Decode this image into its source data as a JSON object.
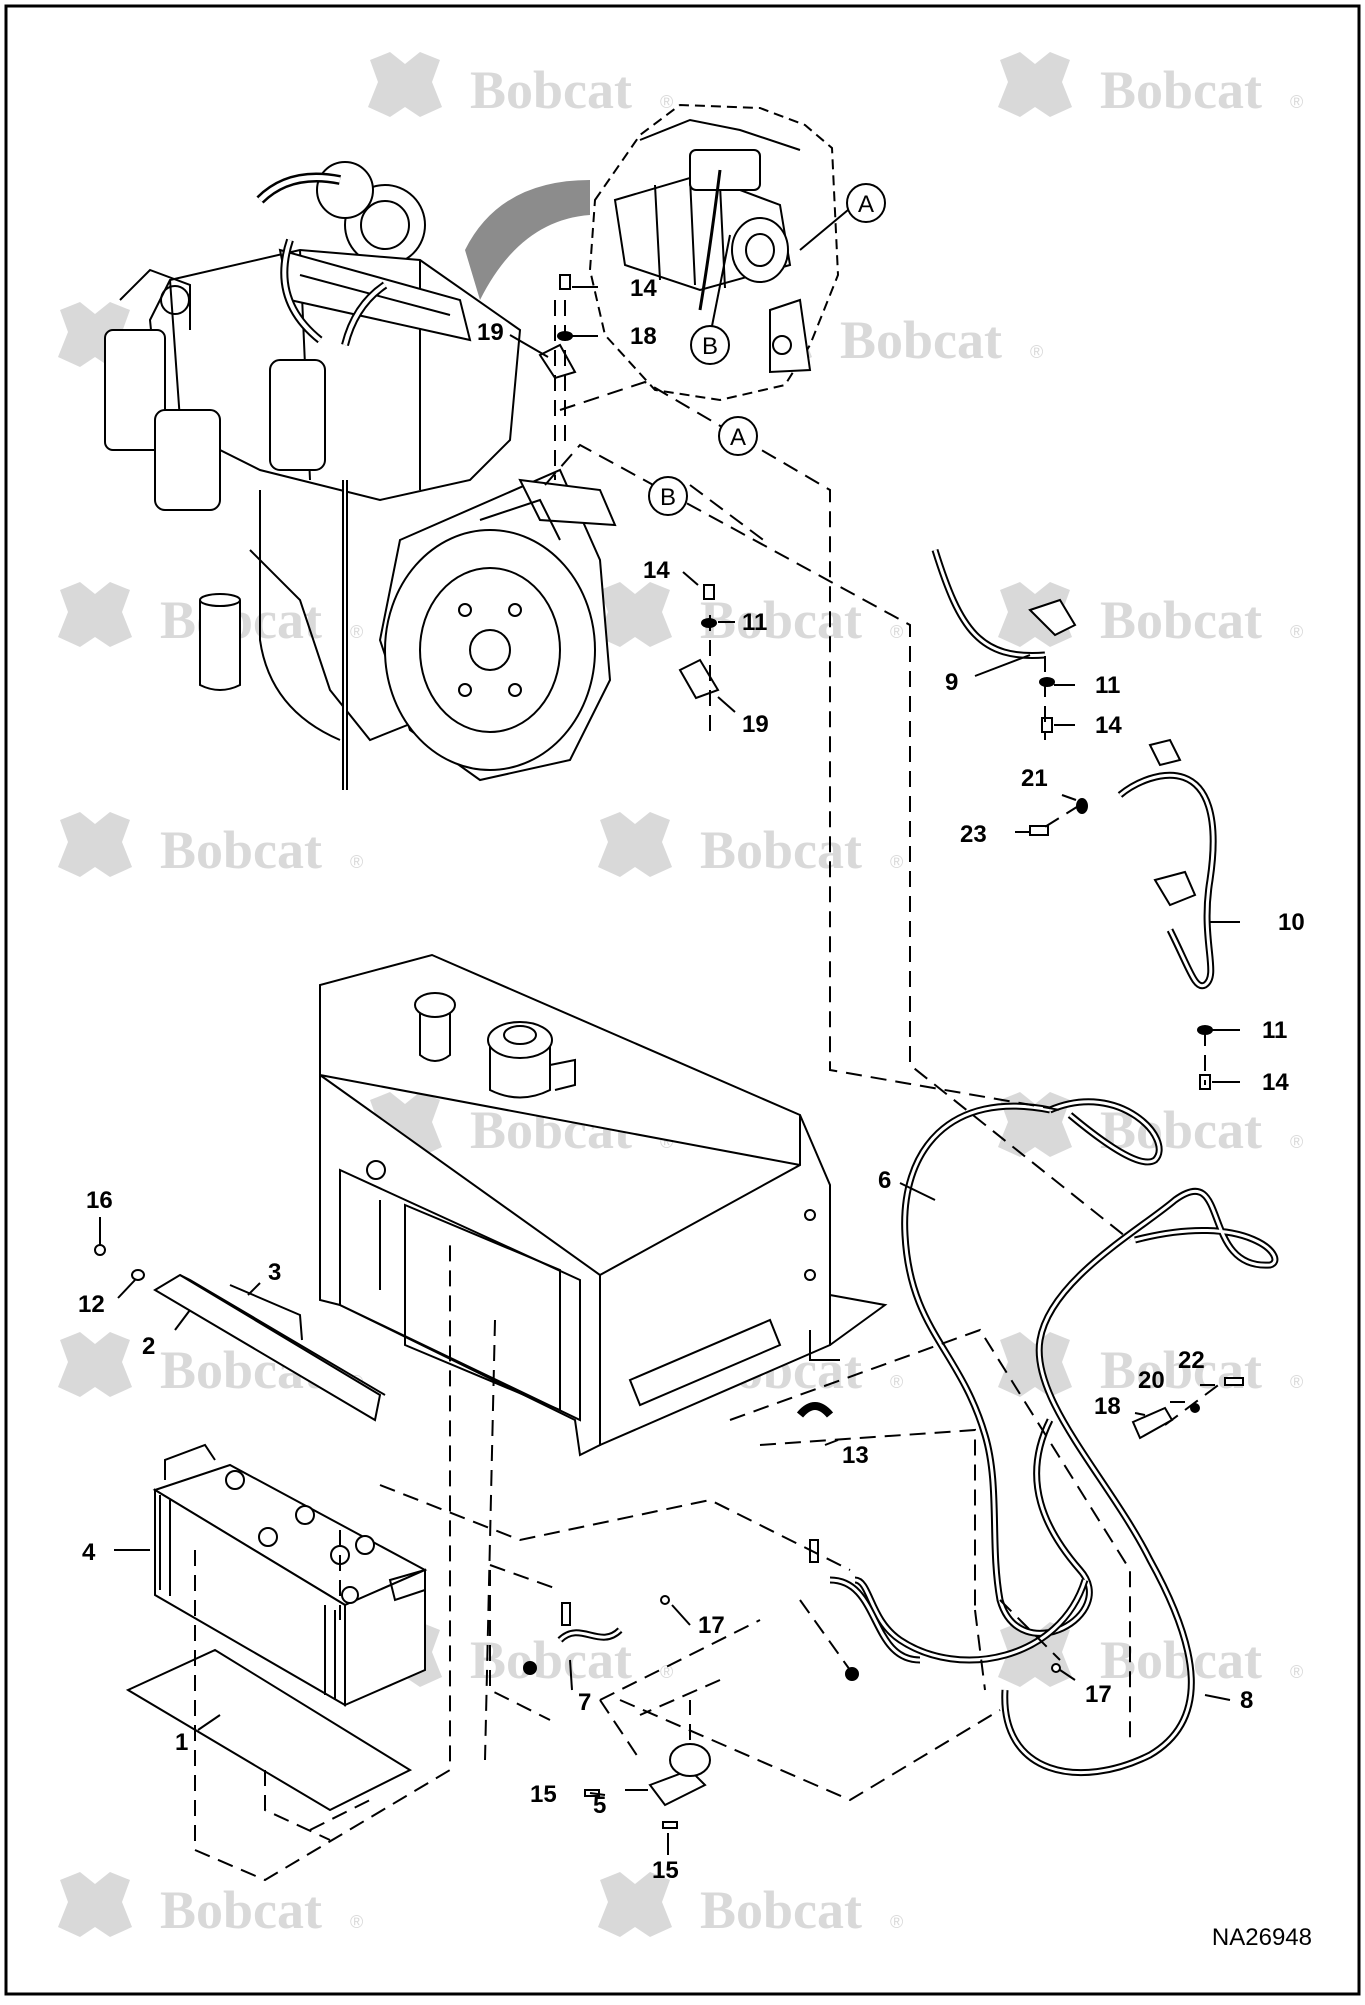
{
  "diagram": {
    "drawing_number": "NA26948",
    "watermark_text": "Bobcat",
    "watermark_mark": "®",
    "detail_labels": [
      "A",
      "B"
    ],
    "callouts": {
      "c1": "1",
      "c2": "2",
      "c3": "3",
      "c4": "4",
      "c5": "5",
      "c6": "6",
      "c7": "7",
      "c8": "8",
      "c9": "9",
      "c10": "10",
      "c11": "11",
      "c12": "12",
      "c13": "13",
      "c14": "14",
      "c15": "15",
      "c16": "16",
      "c17": "17",
      "c18": "18",
      "c19": "19",
      "c20": "20",
      "c21": "21",
      "c22": "22",
      "c23": "23"
    },
    "colors": {
      "line": "#000000",
      "watermark": "#d9d9d9",
      "arrow_fill": "#8c8c8c",
      "background": "#ffffff"
    }
  }
}
